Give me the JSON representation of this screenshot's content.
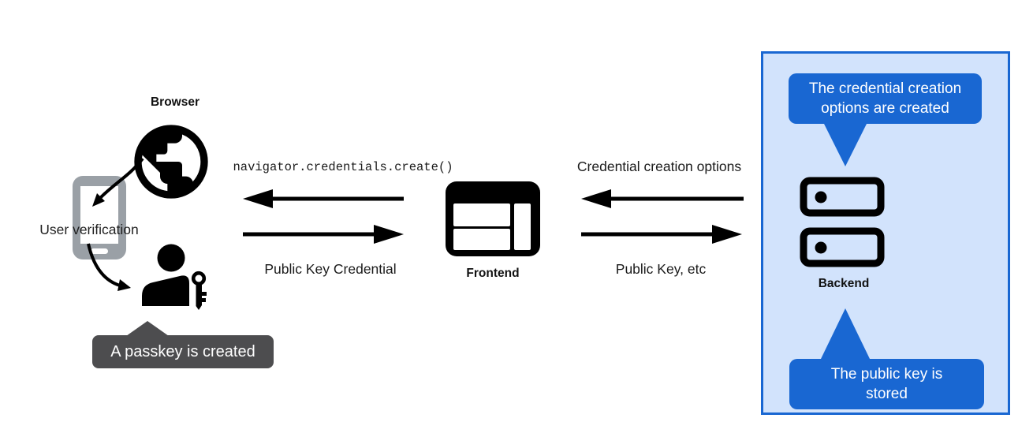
{
  "diagram": {
    "title_hint": "Passkey creation flow",
    "left": {
      "browser_label": "Browser",
      "user_verification_label": "User verification",
      "passkey_tooltip": "A passkey is created"
    },
    "frontend": {
      "label": "Frontend"
    },
    "backend": {
      "label": "Backend",
      "top_tooltip": "The credential creation options are created",
      "bottom_tooltip": "The public key is stored"
    },
    "messages": {
      "create_call": "navigator.credentials.create()",
      "public_key_credential": "Public Key Credential",
      "credential_creation_options": "Credential creation options",
      "public_key_etc": "Public Key, etc"
    },
    "icons": {
      "globe": "globe-icon",
      "phone": "smartphone-icon",
      "user_key": "user-with-key-icon",
      "browser_window": "browser-window-icon",
      "server": "server-stack-icon"
    },
    "colors": {
      "accent_blue": "#1967D2",
      "panel_bg": "#D2E3FC",
      "tooltip_dark": "#4D4D4F",
      "phone_gray": "#9AA0A6",
      "ink": "#000000"
    }
  }
}
